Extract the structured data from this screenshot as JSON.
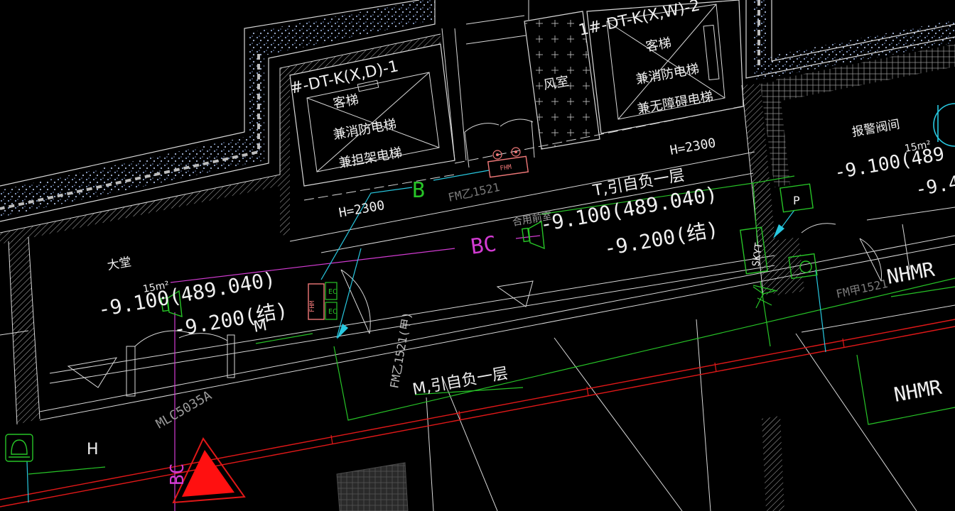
{
  "colors": {
    "background": "#000000",
    "wall": "#d8d8d8",
    "hatch": "#c8c8c8",
    "insulation": "#8aa0c8",
    "text": "#f0f0f0",
    "green": "#27c427",
    "magenta": "#d23bd2",
    "cyan": "#28c8e0",
    "red": "#e01818",
    "pink": "#f07878",
    "gray": "#707070"
  },
  "labels": {
    "elevator_left_code": "#-DT-K(X,D)-1",
    "elevator_left_line1": "客梯",
    "elevator_left_line2": "兼消防电梯",
    "elevator_left_line3": "兼担架电梯",
    "elevator_right_code": "1#-DT-K(X,W)-2",
    "elevator_right_line1": "客梯",
    "elevator_right_line2": "兼消防电梯",
    "elevator_right_line3": "兼无障碍电梯",
    "air_shaft": "风室",
    "alarm_valve_room": "报警阀间",
    "alarm_elev1": "-9.100(489",
    "alarm_elev2": "-9.4",
    "alarm_area_mark": "15m²",
    "h2300_upper": "H=2300",
    "h2300_left": "H=2300",
    "fm_door": "FM乙1521",
    "fm_door_right": "FM甲1521",
    "t_note": "T,引自负一层",
    "corridor_elev1": "-9.100(489.040)",
    "corridor_elev2": "-9.200(结)",
    "corridor_room": "合用前室",
    "hall_name": "大堂",
    "hall_area_mark": "15m²",
    "hall_elev1": "-9.100(489.040)",
    "hall_elev2": "-9.200(结)",
    "m_letter": "M",
    "m_note": "M,引自负一层",
    "fm_vertical": "FM乙1521(甲)",
    "mlc_label": "MLC5035A",
    "h_letter": "H",
    "nhmr_upper": "NHMR",
    "nhmr_lower": "NHMR",
    "skyt": "SKYT",
    "p_symbol": "P",
    "b_letter": "B",
    "bc_upper": "BC",
    "bc_lower": "BC",
    "fhm_upper": "FHM",
    "fhm_left": "FHM",
    "ec_top": "EC",
    "ec_bottom": "EC"
  }
}
